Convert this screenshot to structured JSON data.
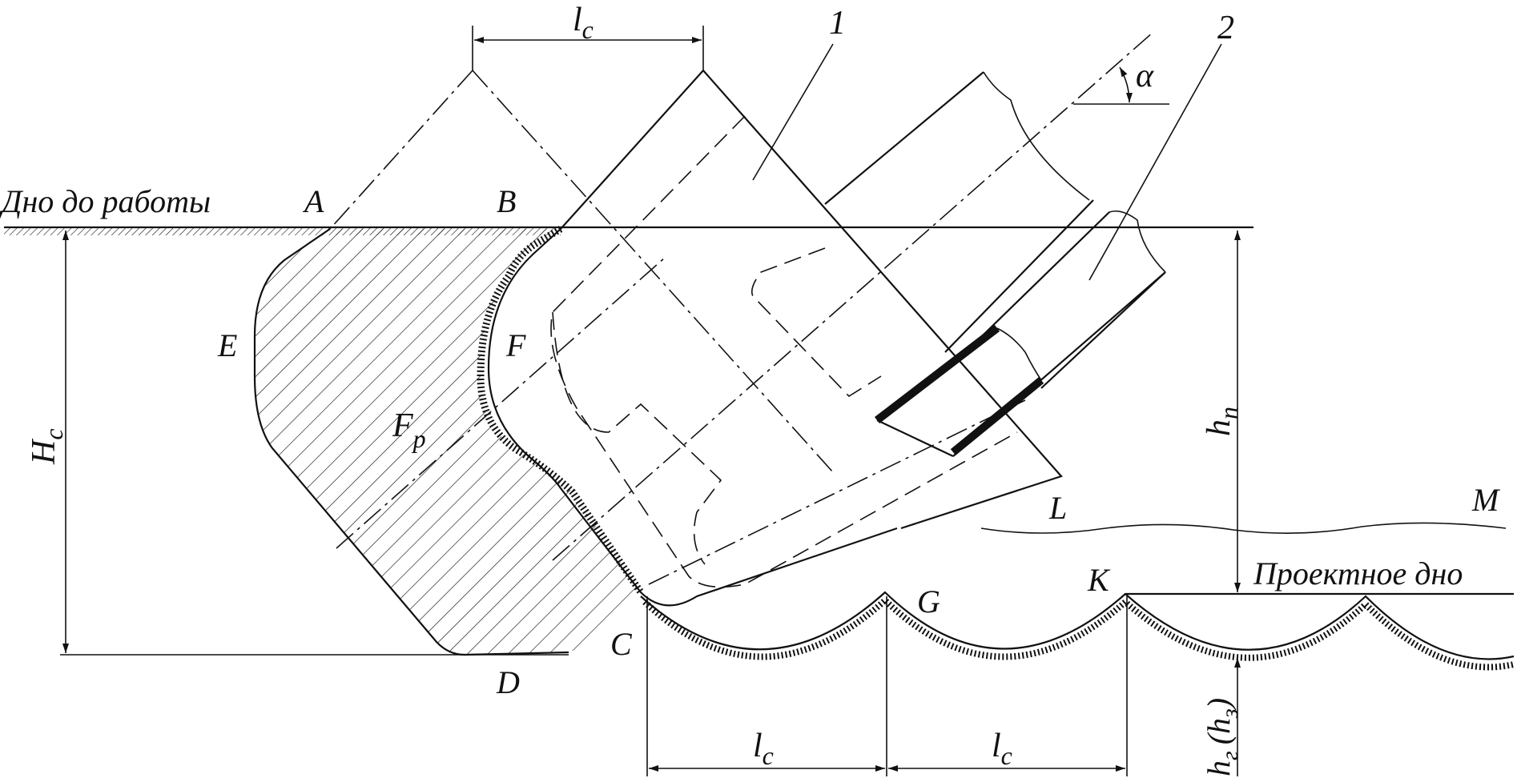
{
  "labels": {
    "bottom_before_work": "Дно до работы",
    "design_bottom": "Проектное дно",
    "point_a": "A",
    "point_b": "B",
    "point_c": "C",
    "point_d": "D",
    "point_e": "E",
    "point_f": "F",
    "point_g": "G",
    "point_k": "K",
    "point_l": "L",
    "point_m": "M",
    "area_fp": "F",
    "area_fp_sub": "p",
    "part_1": "1",
    "part_2": "2",
    "angle_alpha": "α",
    "dim_lc": "l",
    "dim_lc_sub": "c",
    "dim_hc": "H",
    "dim_hc_sub": "c",
    "dim_hn": "h",
    "dim_hn_sub": "п",
    "dim_hg": "h",
    "dim_hg_sub": "г",
    "dim_hg_paren": "(h",
    "dim_hg_paren_sub": "з",
    "dim_hg_close": ")"
  },
  "colors": {
    "ink": "#111111",
    "background": "#ffffff"
  }
}
